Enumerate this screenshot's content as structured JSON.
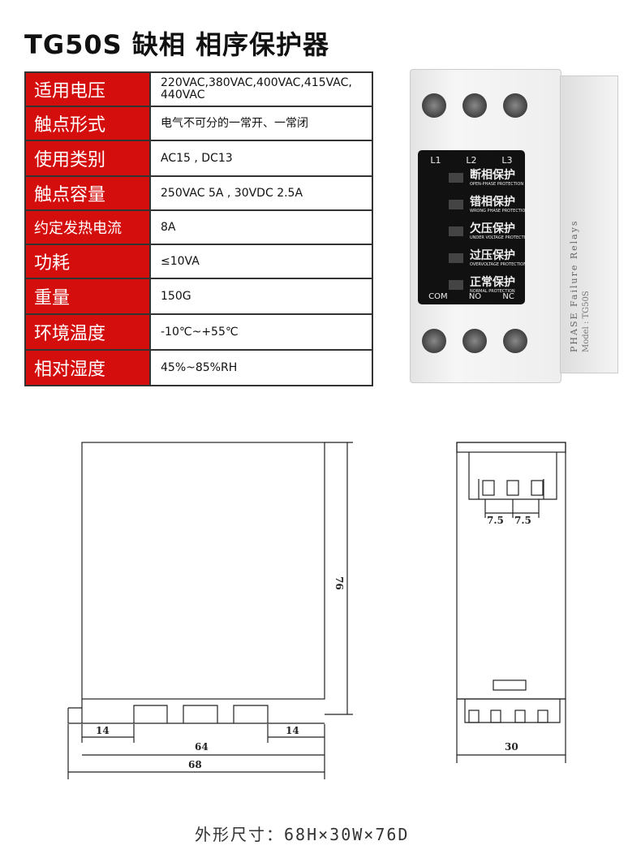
{
  "title": "TG50S 缺相 相序保护器",
  "specs": [
    {
      "label": "适用电压",
      "value": "220VAC,380VAC,400VAC,415VAC,",
      "value2": "440VAC"
    },
    {
      "label": "触点形式",
      "value": "电气不可分的一常开、一常闭"
    },
    {
      "label": "使用类别",
      "value": "AC15 , DC13"
    },
    {
      "label": "触点容量",
      "value": "250VAC 5A , 30VDC 2.5A"
    },
    {
      "label": "约定发热电流",
      "value": "8A"
    },
    {
      "label": "功耗",
      "value": "≤10VA"
    },
    {
      "label": "重量",
      "value": "150G"
    },
    {
      "label": "环境温度",
      "value": "-10℃~+55℃"
    },
    {
      "label": "相对湿度",
      "value": "45%~85%RH"
    }
  ],
  "device": {
    "top_labels": [
      "L1",
      "L2",
      "L3"
    ],
    "bottom_labels": [
      "COM",
      "NO",
      "NC"
    ],
    "indicators": [
      {
        "cn": "断相保护",
        "en": "OPEN-PHASE PROTECTION"
      },
      {
        "cn": "错相保护",
        "en": "WRONG PHASE PROTECTION"
      },
      {
        "cn": "欠压保护",
        "en": "UNDER VOLTAGE PROTECTION"
      },
      {
        "cn": "过压保护",
        "en": "OVERVOLTAGE PROTECTION"
      },
      {
        "cn": "正常保护",
        "en": "NORMAL PROTECTION"
      }
    ],
    "side_text": "PHASE Failure Relays",
    "model_text": "Model : TG50S"
  },
  "dimensions": {
    "height": "76",
    "left": "14",
    "right": "14",
    "inner": "64",
    "width": "68",
    "depth": "30",
    "pitch1": "7.5",
    "pitch2": "7.5"
  },
  "caption": "外形尺寸：68H×30W×76D"
}
